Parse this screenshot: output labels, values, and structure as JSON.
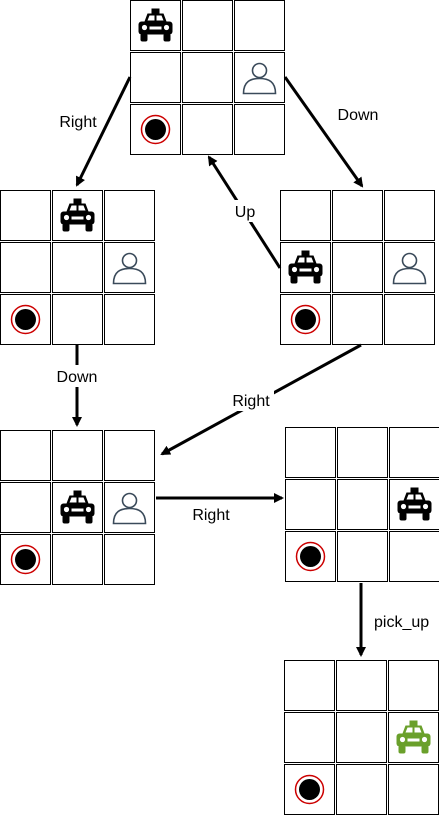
{
  "diagram": {
    "edges": {
      "s0_s1": "Right",
      "s0_s2": "Down",
      "s2_s0": "Up",
      "s1_s3": "Down",
      "s2_s3": "Right",
      "s3_s4": "Right",
      "s4_s5": "pick_up"
    }
  },
  "colors": {
    "taxi": "#000000",
    "taxi_with_passenger": "#6aa02b",
    "destination_ring": "#cc0000",
    "destination_dot": "#000000",
    "passenger": "#3a4a5a",
    "grid_line": "#000000"
  },
  "icons": [
    "taxi-icon",
    "passenger-icon",
    "destination-icon"
  ],
  "states": [
    {
      "id": "s0",
      "taxi": [
        0,
        0
      ],
      "passenger": [
        1,
        2
      ],
      "destination": [
        2,
        0
      ],
      "picked_up": false
    },
    {
      "id": "s1",
      "taxi": [
        0,
        1
      ],
      "passenger": [
        1,
        2
      ],
      "destination": [
        2,
        0
      ],
      "picked_up": false
    },
    {
      "id": "s2",
      "taxi": [
        1,
        0
      ],
      "passenger": [
        1,
        2
      ],
      "destination": [
        2,
        0
      ],
      "picked_up": false
    },
    {
      "id": "s3",
      "taxi": [
        1,
        1
      ],
      "passenger": [
        1,
        2
      ],
      "destination": [
        2,
        0
      ],
      "picked_up": false
    },
    {
      "id": "s4",
      "taxi": [
        1,
        2
      ],
      "passenger": [
        1,
        2
      ],
      "destination": [
        2,
        0
      ],
      "picked_up": false
    },
    {
      "id": "s5",
      "taxi": [
        1,
        2
      ],
      "passenger": null,
      "destination": [
        2,
        0
      ],
      "picked_up": true
    }
  ]
}
